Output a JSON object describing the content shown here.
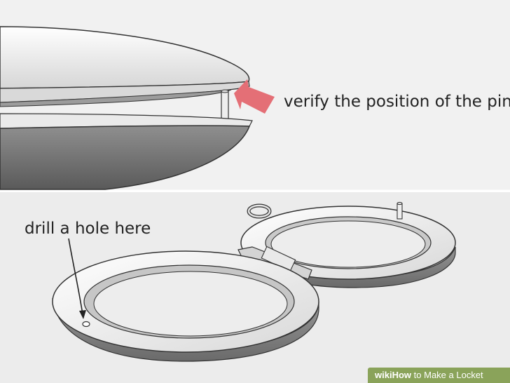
{
  "annotations": {
    "pin_label": "verify the position of the pin",
    "hole_label": "drill a hole here"
  },
  "watermark": {
    "brand": "wiki",
    "how": "How",
    "rest": "to Make a Locket"
  },
  "colors": {
    "panel_top": "#f1f1f1",
    "panel_bottom": "#ececec",
    "arrow_pink": "#e46f76",
    "metal_light": "#f3f3f3",
    "metal_mid": "#d7d7d7",
    "metal_dark": "#7d7d7d",
    "watermark_green": "#8aa35a"
  }
}
